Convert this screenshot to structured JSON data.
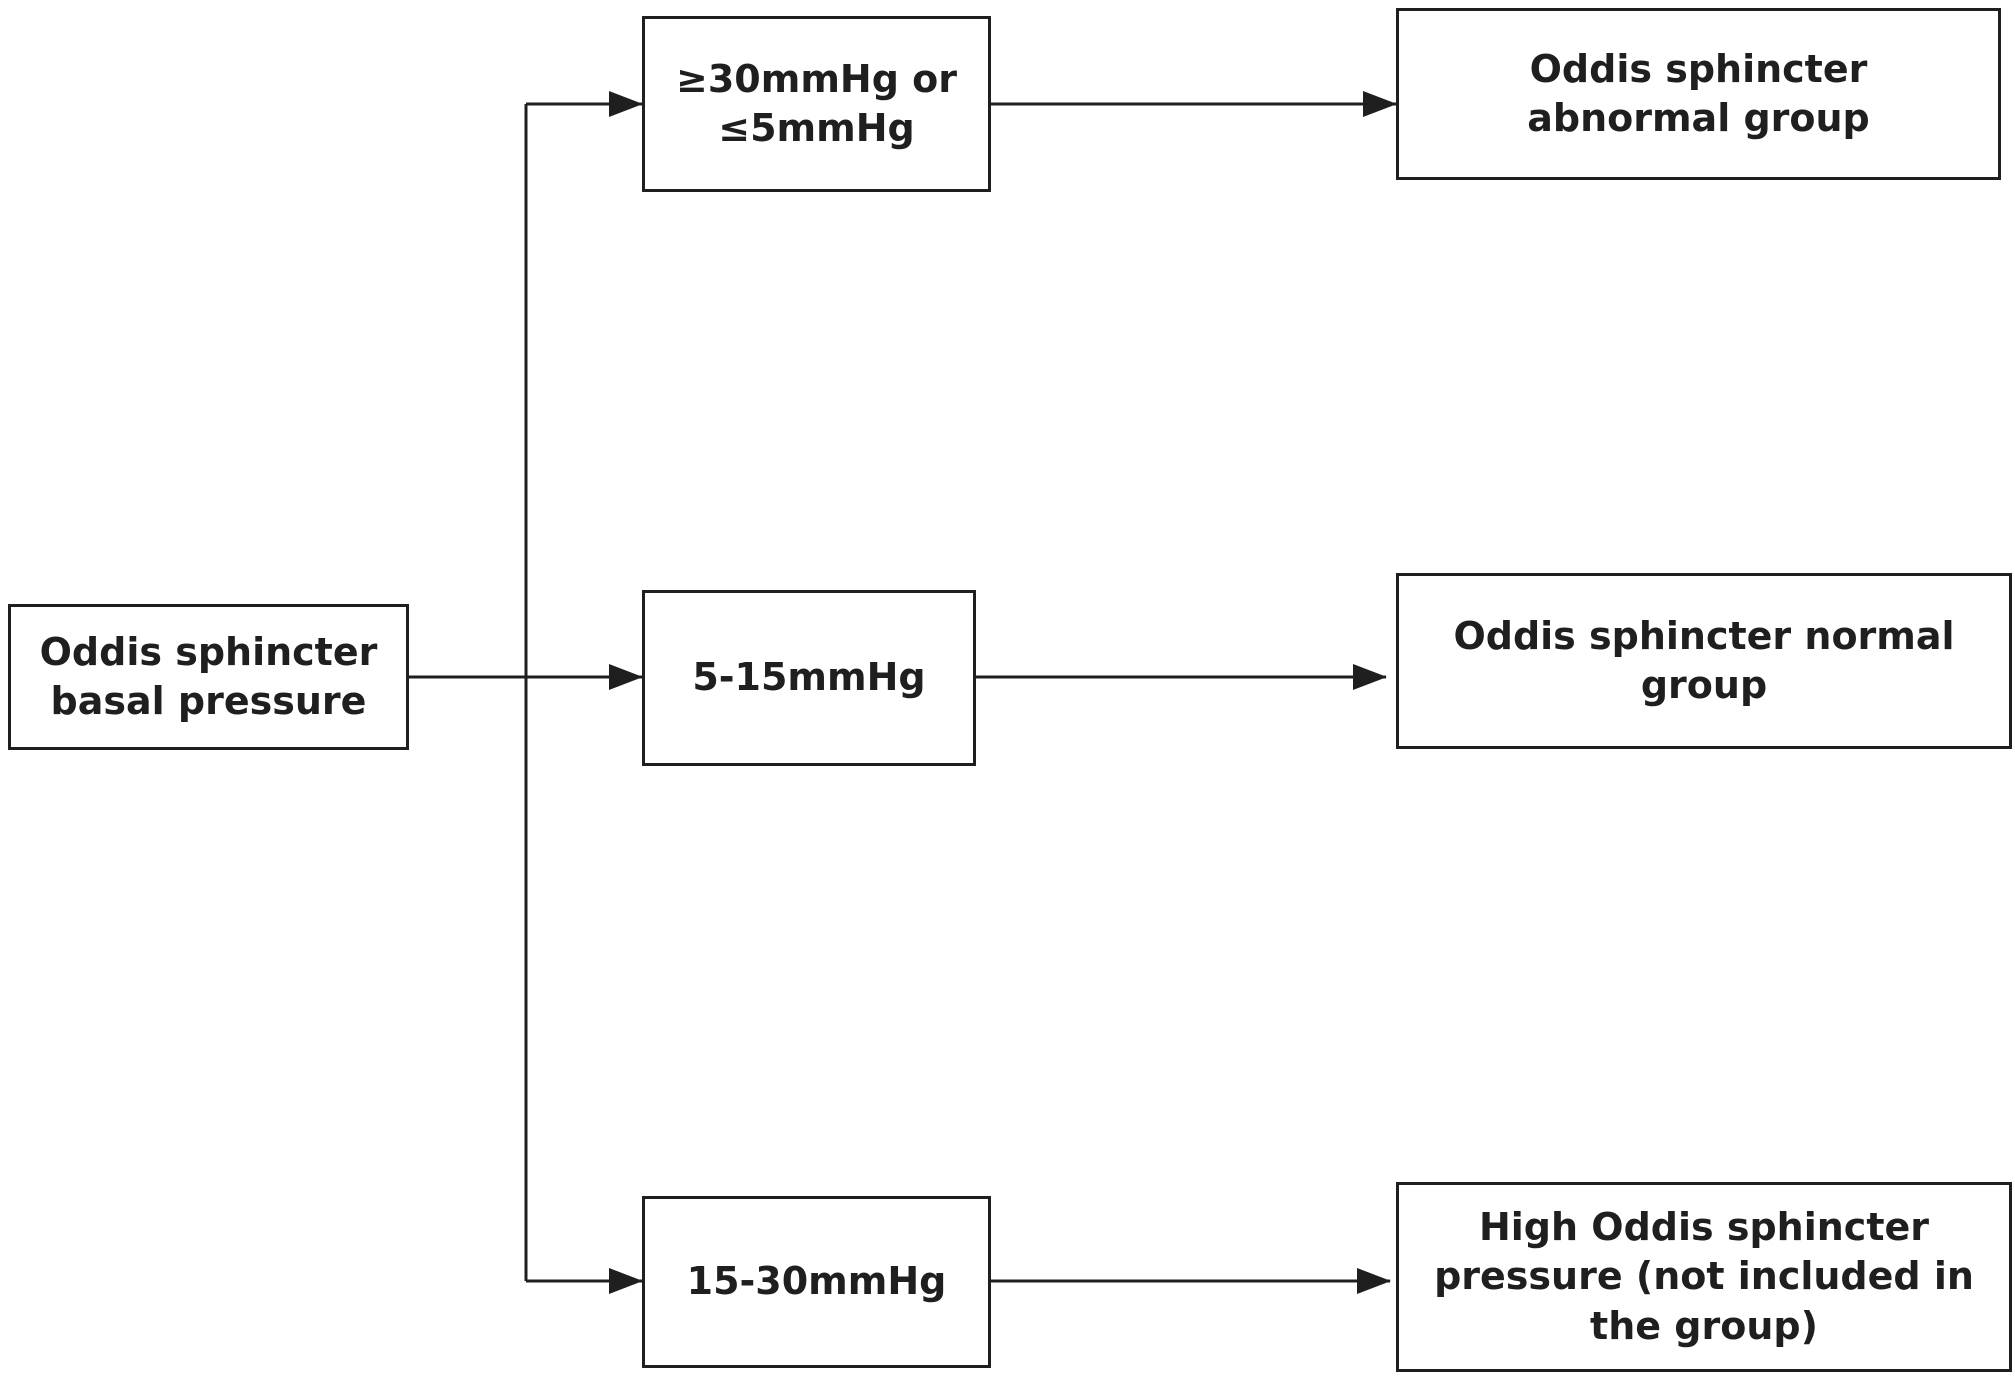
{
  "diagram": {
    "root": {
      "label_line1": "Oddis sphincter",
      "label_line2": "basal pressure"
    },
    "branches": [
      {
        "range": {
          "label_line1": "≥30mmHg or",
          "label_line2": "≤5mmHg"
        },
        "outcome": {
          "label_line1": "Oddis sphincter",
          "label_line2": "abnormal group"
        }
      },
      {
        "range": {
          "label_line1": "5-15mmHg"
        },
        "outcome": {
          "label_line1": "Oddis sphincter normal",
          "label_line2": "group"
        }
      },
      {
        "range": {
          "label_line1": "15-30mmHg"
        },
        "outcome": {
          "label_line1": "High Oddis sphincter",
          "label_line2": "pressure (not included in",
          "label_line3": "the group)"
        }
      }
    ]
  },
  "colors": {
    "stroke": "#1f1f1f",
    "background": "#ffffff"
  }
}
